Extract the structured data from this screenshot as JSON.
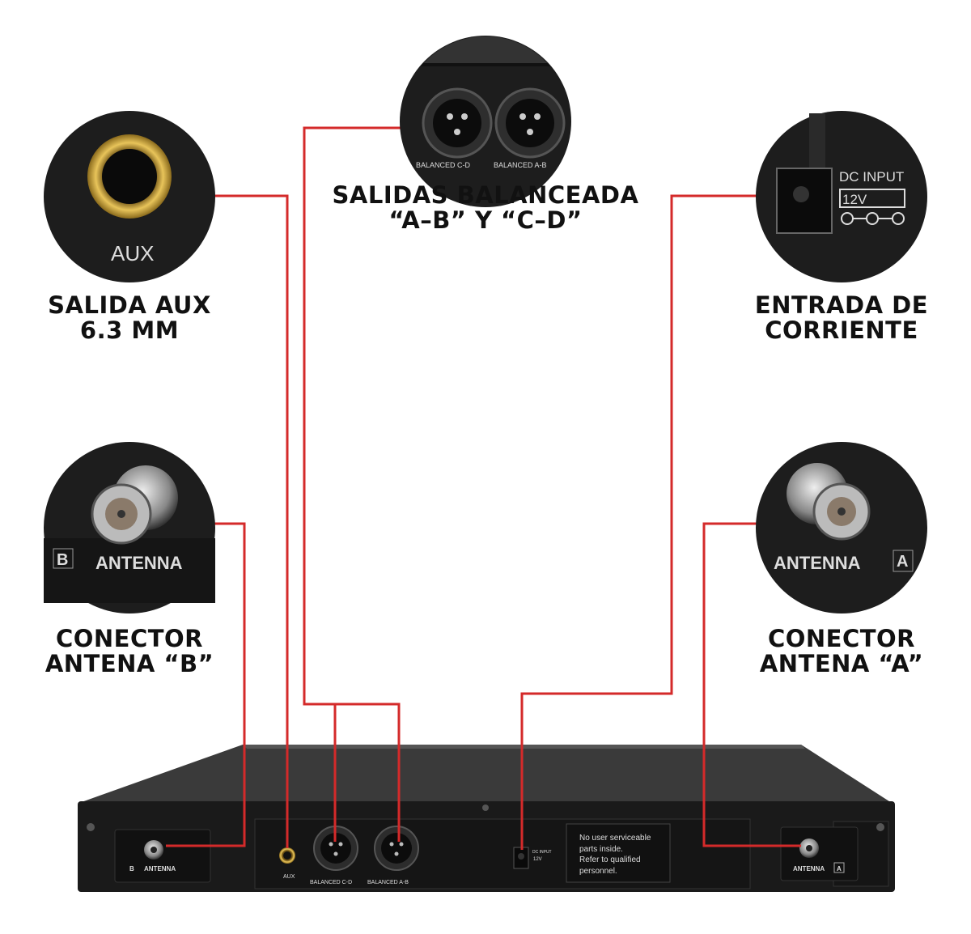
{
  "colors": {
    "line": "#d42a2a",
    "panel": "#1b1b1b",
    "body": "#2a2a2a",
    "gold": "#c9a33a"
  },
  "callouts": {
    "aux": {
      "lines": [
        "SALIDA AUX",
        "6.3 MM"
      ],
      "zoom_label": "AUX"
    },
    "balanced": {
      "lines": [
        "SALIDAS BALANCEADA",
        "“A–B” Y “C–D”"
      ],
      "zoom_label_cd": "BALANCED  C-D",
      "zoom_label_ab": "BALANCED  A-B"
    },
    "dc": {
      "lines": [
        "ENTRADA DE",
        "CORRIENTE"
      ],
      "zoom_label": "DC INPUT",
      "zoom_voltage": "12V"
    },
    "antenna_b": {
      "lines": [
        "CONECTOR",
        "ANTENA “B”"
      ],
      "zoom_letter": "B",
      "zoom_label": "ANTENNA"
    },
    "antenna_a": {
      "lines": [
        "CONECTOR",
        "ANTENA “A”"
      ],
      "zoom_letter": "A",
      "zoom_label": "ANTENNA"
    }
  },
  "device": {
    "antenna_b_label": "ANTENNA",
    "antenna_b_letter": "B",
    "aux_label": "AUX",
    "balanced_cd_label": "BALANCED  C-D",
    "balanced_ab_label": "BALANCED  A-B",
    "dc_label": "DC INPUT",
    "dc_voltage": "12V",
    "warning_lines": [
      "No user serviceable",
      "parts inside.",
      "Refer to qualified",
      "personnel."
    ],
    "antenna_a_label": "ANTENNA",
    "antenna_a_letter": "A"
  }
}
